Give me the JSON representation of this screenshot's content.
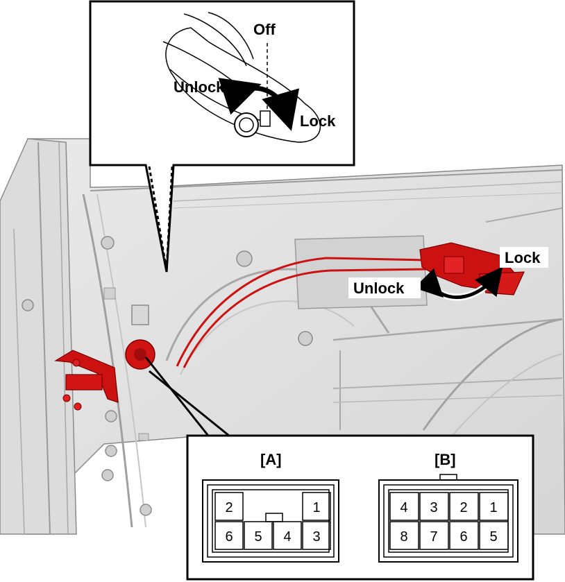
{
  "callout_top": {
    "off_label": "Off",
    "unlock_label": "Unlock",
    "lock_label": "Lock"
  },
  "door_actuator": {
    "lock_label": "Lock",
    "unlock_label": "Unlock"
  },
  "connector_a": {
    "title": "[A]",
    "top_row": [
      "2",
      "",
      "1"
    ],
    "bottom_row": [
      "6",
      "5",
      "4",
      "3"
    ]
  },
  "connector_b": {
    "title": "[B]",
    "top_row": [
      "4",
      "3",
      "2",
      "1"
    ],
    "bottom_row": [
      "8",
      "7",
      "6",
      "5"
    ]
  },
  "colors": {
    "part_highlight": "#cc1111",
    "door_panel": "#e4e4e4",
    "outline": "#000000"
  }
}
